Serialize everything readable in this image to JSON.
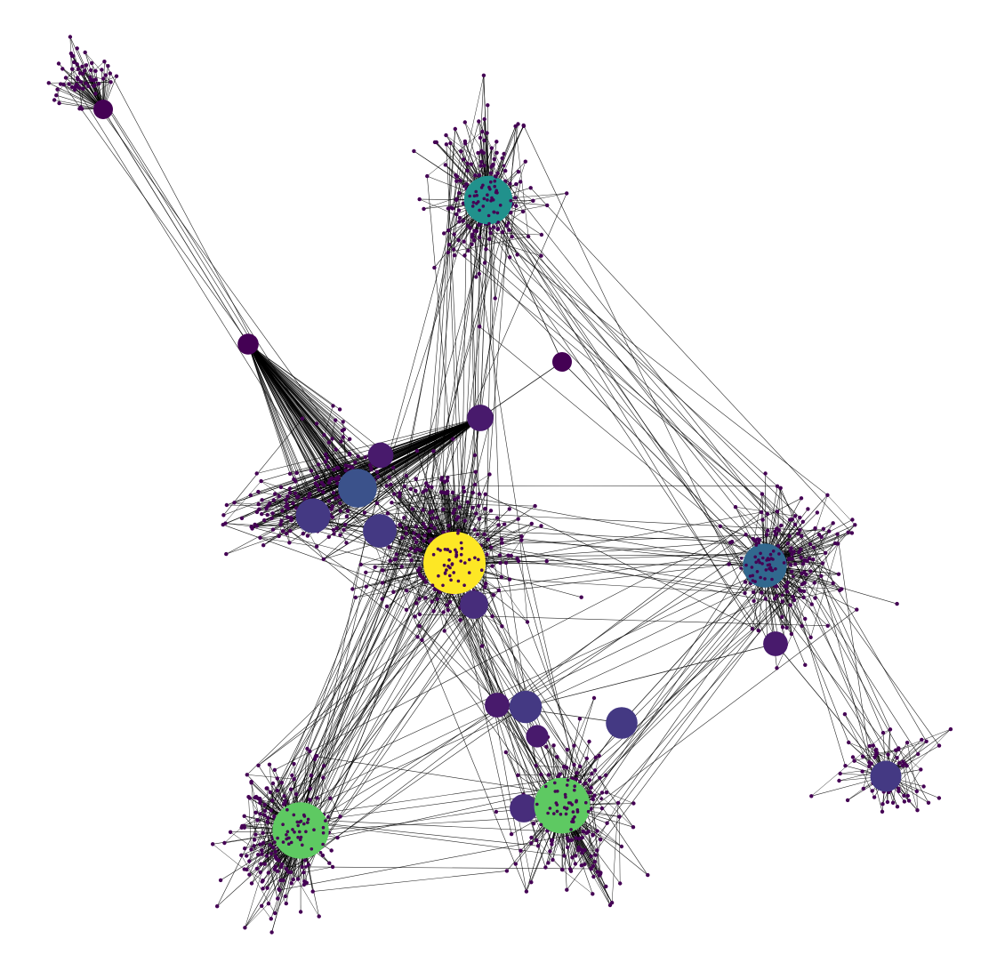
{
  "graph": {
    "colormap": "viridis",
    "background": "#ffffff",
    "edge_color": "#000000",
    "minor_node_color": "#440154",
    "hubs": [
      {
        "id": "h0",
        "color": "#fde725",
        "centrality": 1.0
      },
      {
        "id": "h1",
        "color": "#21918c",
        "centrality": 0.52
      },
      {
        "id": "h2",
        "color": "#5ec962",
        "centrality": 0.78
      },
      {
        "id": "h3",
        "color": "#5ec962",
        "centrality": 0.76
      },
      {
        "id": "h4",
        "color": "#31688e",
        "centrality": 0.4
      },
      {
        "id": "h5",
        "color": "#481a6c",
        "centrality": 0.08
      },
      {
        "id": "h6",
        "color": "#481a6c",
        "centrality": 0.07
      },
      {
        "id": "h7",
        "color": "#481a6c",
        "centrality": 0.06
      },
      {
        "id": "h8",
        "color": "#481a6c",
        "centrality": 0.06
      },
      {
        "id": "h9",
        "color": "#440154",
        "centrality": 0.02
      },
      {
        "id": "h10",
        "color": "#440154",
        "centrality": 0.03
      },
      {
        "id": "h11",
        "color": "#3b528b",
        "centrality": 0.28
      },
      {
        "id": "h12",
        "color": "#443983",
        "centrality": 0.2
      },
      {
        "id": "h13",
        "color": "#443983",
        "centrality": 0.18
      },
      {
        "id": "h14",
        "color": "#443983",
        "centrality": 0.16
      },
      {
        "id": "h15",
        "color": "#443983",
        "centrality": 0.15
      },
      {
        "id": "h16",
        "color": "#481a6c",
        "centrality": 0.04
      },
      {
        "id": "h17",
        "color": "#440154",
        "centrality": 0.02
      },
      {
        "id": "h18",
        "color": "#443983",
        "centrality": 0.14
      },
      {
        "id": "h19",
        "color": "#472d7b",
        "centrality": 0.1
      },
      {
        "id": "h20",
        "color": "#472d7b",
        "centrality": 0.1
      }
    ],
    "clusters": [
      {
        "id": "c0",
        "hub": "h0",
        "nodes": 260
      },
      {
        "id": "c1",
        "hub": "h1",
        "nodes": 170
      },
      {
        "id": "c2",
        "hub": "h2",
        "nodes": 200
      },
      {
        "id": "c3",
        "hub": "h3",
        "nodes": 170
      },
      {
        "id": "c4",
        "hub": "h4",
        "nodes": 150
      },
      {
        "id": "c5",
        "hub": "h5",
        "nodes": 110
      },
      {
        "id": "c6",
        "hub": "h9",
        "nodes": 60
      },
      {
        "id": "c7",
        "hub": "h18",
        "nodes": 70
      },
      {
        "id": "c8",
        "hub": "h10",
        "nodes": 90
      }
    ]
  }
}
